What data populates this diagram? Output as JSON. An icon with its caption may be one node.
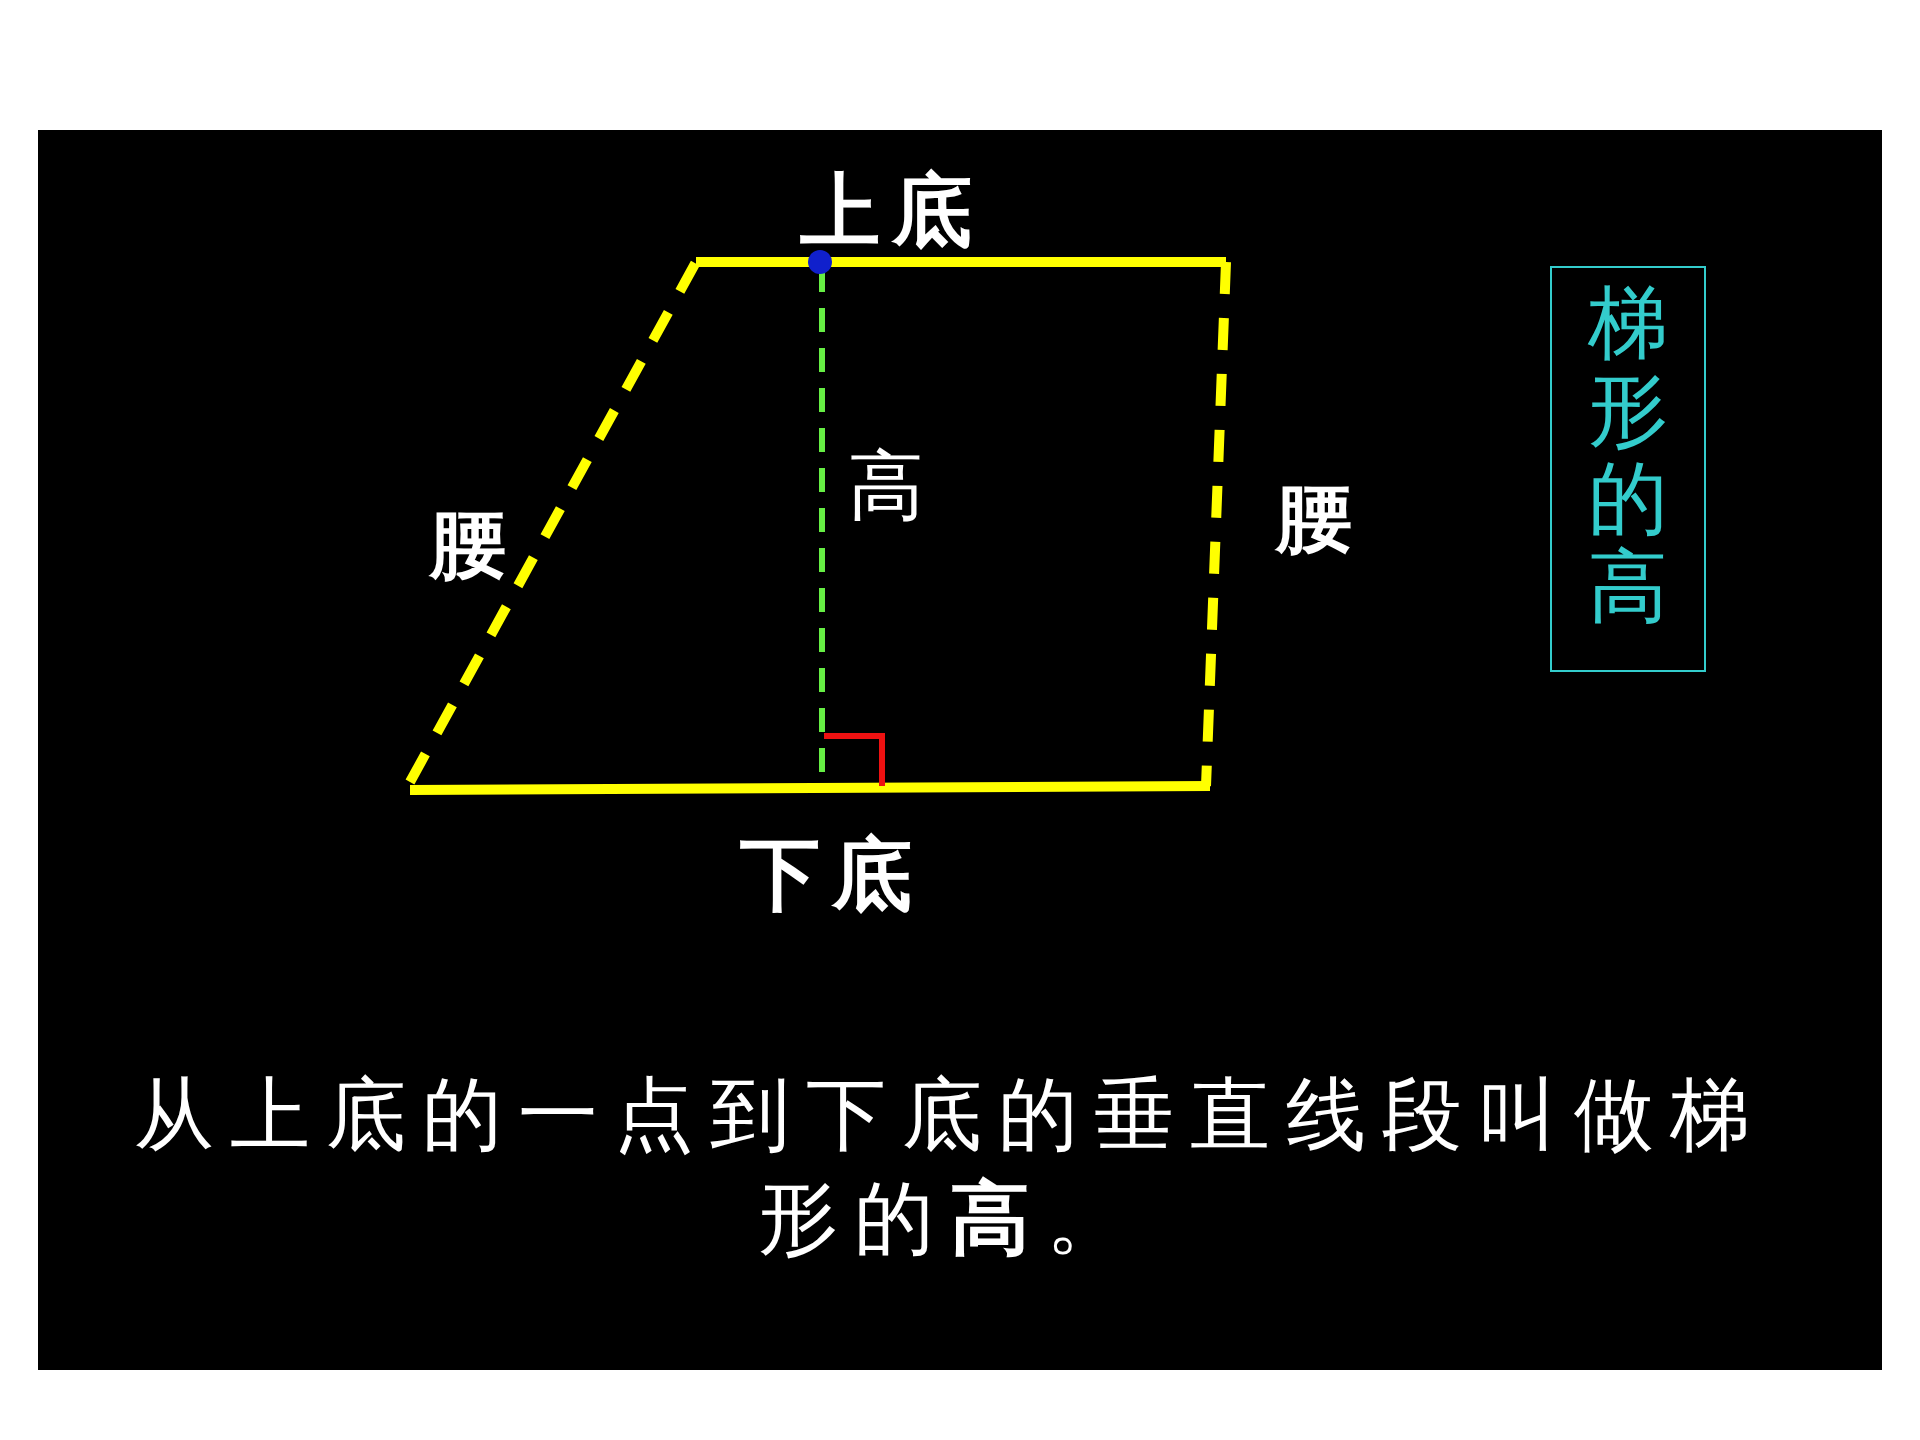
{
  "diagram": {
    "nodes": [
      {
        "text": [
          "梯形的高"
        ]
      }
    ],
    "labels": [
      "上底",
      "腰",
      "高",
      "腰",
      "下底",
      "从上底的一点到下底的垂直线段叫做梯形的**高**。"
    ]
  }
}
